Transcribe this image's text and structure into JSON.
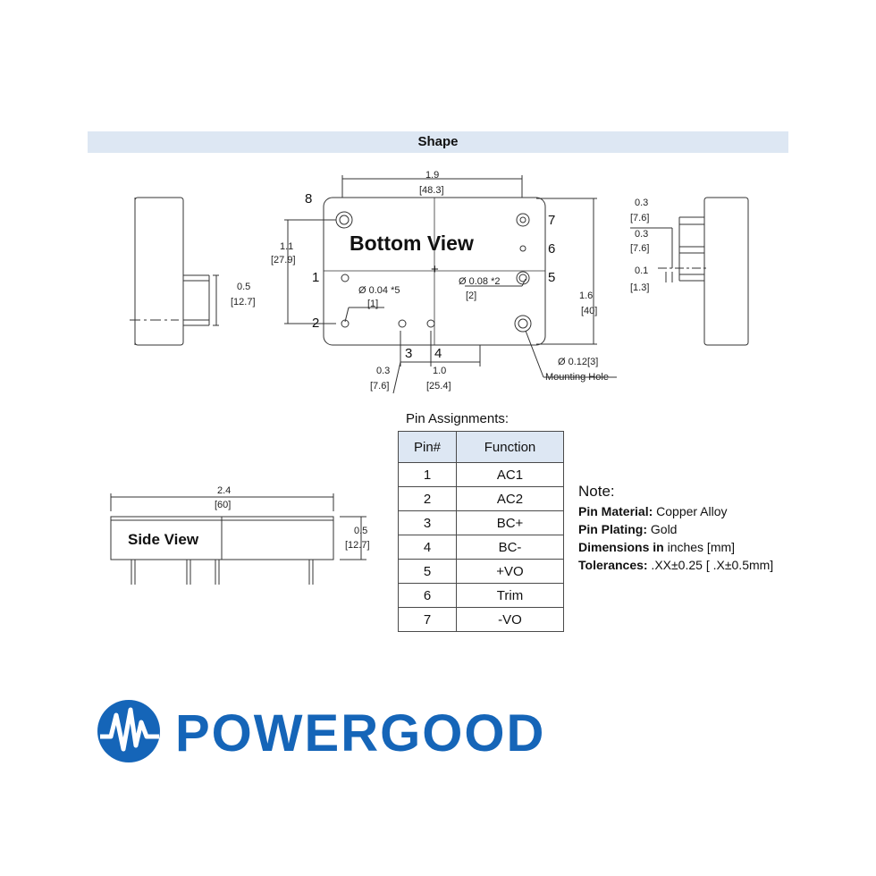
{
  "header": {
    "title": "Shape"
  },
  "bottom_view": {
    "title": "Bottom View",
    "width_in": "1.9",
    "width_mm": "[48.3]",
    "pin_span_in": "1.1",
    "pin_span_mm": "[27.9]",
    "height_in": "1.6",
    "height_mm": "[40]",
    "pin_dia_small": "Ø 0.04 *5",
    "pin_dia_small_mm": "[1]",
    "pin_dia_large": "Ø 0.08 *2",
    "pin_dia_large_mm": "[2]",
    "hole_dia": "Ø 0.12[3]",
    "hole_label": "Mounting Hole",
    "offset_in": "0.3",
    "offset_mm": "[7.6]",
    "spacing_in": "1.0",
    "spacing_mm": "[25.4]",
    "pins": [
      "1",
      "2",
      "3",
      "4",
      "5",
      "6",
      "7",
      "8"
    ]
  },
  "left_view": {
    "pin_len_in": "0.5",
    "pin_len_mm": "[12.7]"
  },
  "right_view": {
    "d1_in": "0.3",
    "d1_mm": "[7.6]",
    "d2_in": "0.3",
    "d2_mm": "[7.6]",
    "d3_in": "0.1",
    "d3_mm": "[1.3]"
  },
  "side_view": {
    "title": "Side View",
    "length_in": "2.4",
    "length_mm": "[60]",
    "height_in": "0.5",
    "height_mm": "[12.7]"
  },
  "pin_assignments": {
    "title": "Pin Assignments:",
    "headers": [
      "Pin#",
      "Function"
    ],
    "rows": [
      [
        "1",
        "AC1"
      ],
      [
        "2",
        "AC2"
      ],
      [
        "3",
        "BC+"
      ],
      [
        "4",
        "BC-"
      ],
      [
        "5",
        "+VO"
      ],
      [
        "6",
        "Trim"
      ],
      [
        "7",
        "-VO"
      ]
    ]
  },
  "note": {
    "heading": "Note:",
    "lines": [
      {
        "label": "Pin Material:",
        "value": " Copper Alloy"
      },
      {
        "label": "Pin Plating:",
        "value": " Gold"
      },
      {
        "label": "Dimensions in",
        "value": " inches [mm]"
      },
      {
        "label": "Tolerances:",
        "value": " .XX±0.25 [ .X±0.5mm]"
      }
    ]
  },
  "logo": {
    "text": "POWERGOOD",
    "color": "#1565b8"
  }
}
